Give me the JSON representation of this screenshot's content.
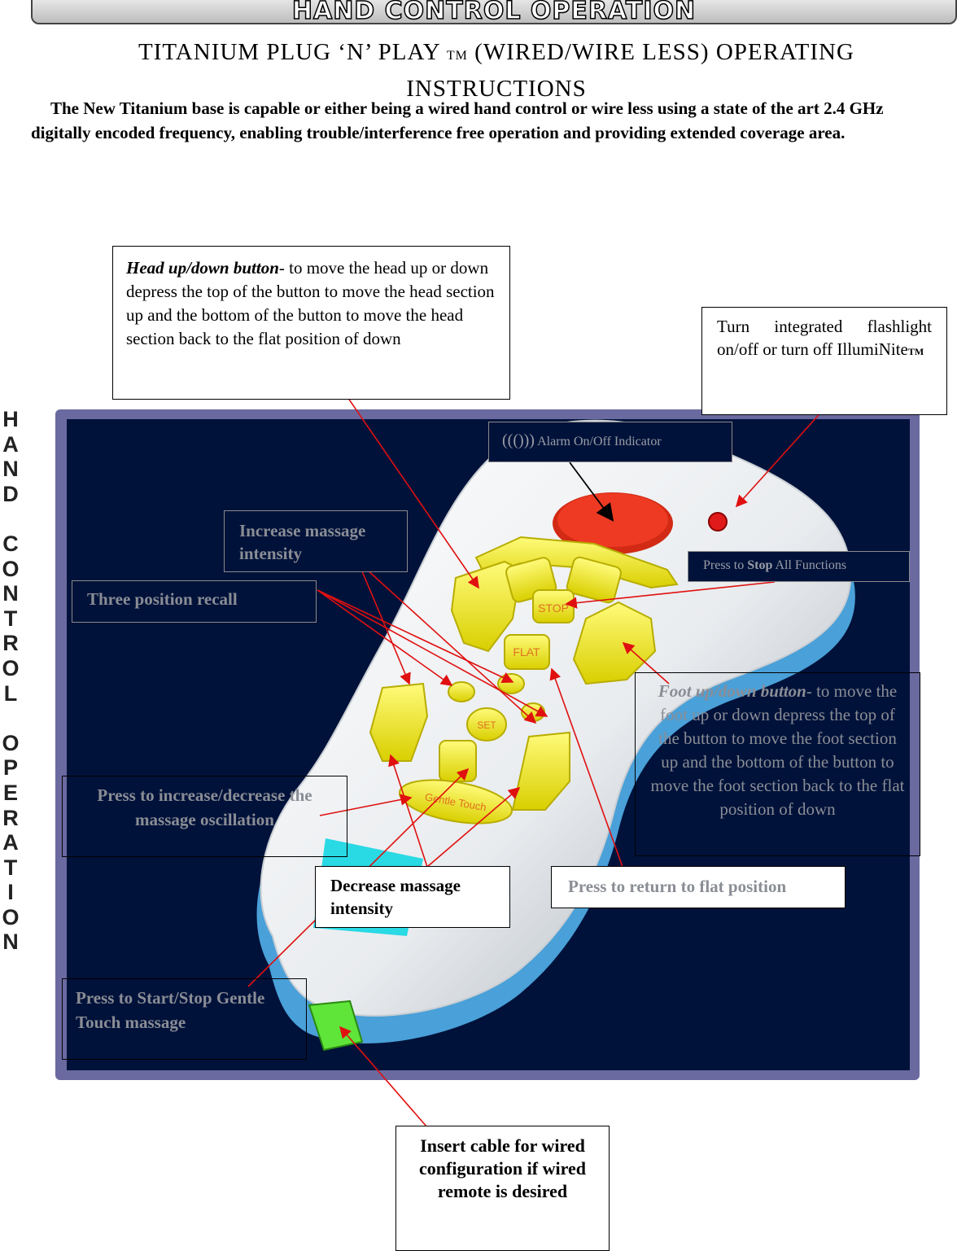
{
  "banner": {
    "title": "HAND CONTROL OPERATION"
  },
  "heading": {
    "line1": "TITANIUM PLUG ‘N’ PLAY",
    "tm": "TM",
    "line2": "(WIRED/WIRE LESS) OPERATING INSTRUCTIONS"
  },
  "intro": "The New Titanium base is capable or either being a wired hand control or wire less using a state of the art 2.4 GHz digitally encoded frequency, enabling  trouble/interference free operation and providing extended coverage area.",
  "side_label": [
    "H",
    "A",
    "N",
    "D",
    "",
    "C",
    "O",
    "N",
    "T",
    "R",
    "O",
    "L",
    "",
    "O",
    "P",
    "E",
    "R",
    "A",
    "T",
    "I",
    "O",
    "N"
  ],
  "callouts": {
    "head": {
      "title": "Head up/down button",
      "text": "- to move the head up or down depress the top of the button to move the head section up and the bottom of the button to move the head section back to the flat position of down"
    },
    "flashlight": {
      "text": "Turn integrated flashlight on/off or turn off IllumiNite",
      "tm": "TM"
    },
    "alarm": {
      "symbol": "((()))",
      "text": "Alarm On/Off Indicator"
    },
    "increase": {
      "text": "Increase massage intensity"
    },
    "stop": {
      "text_before": "Press to ",
      "bold": "Stop",
      "text_after": " All Functions"
    },
    "recall": {
      "text": "Three position recall"
    },
    "foot": {
      "title": "Foot up/down button",
      "text": "- to move the foot up or down depress the top of the button to move the foot section up and the bottom of the button to move the foot section back to the flat position of down"
    },
    "oscillation": {
      "text": "Press to increase/decrease the massage oscillation"
    },
    "decrease": {
      "text": "Decrease massage intensity"
    },
    "flat": {
      "text": "Press to return to flat position"
    },
    "gentle": {
      "text": "Press to Start/Stop Gentle Touch massage"
    },
    "cable": {
      "text": "Insert cable for wired configuration if wired remote is desired"
    }
  },
  "remote_labels": {
    "stop": "STOP",
    "flat": "FLAT",
    "set": "SET",
    "gentle": "Gentle Touch"
  },
  "colors": {
    "panel": "#00123a",
    "frame": "#6a6aa0",
    "arrow": "#e01010",
    "button": "#f2ec1a",
    "alarm": "#ee3a22",
    "screen": "#29d9e4",
    "port": "#5fe43a"
  }
}
